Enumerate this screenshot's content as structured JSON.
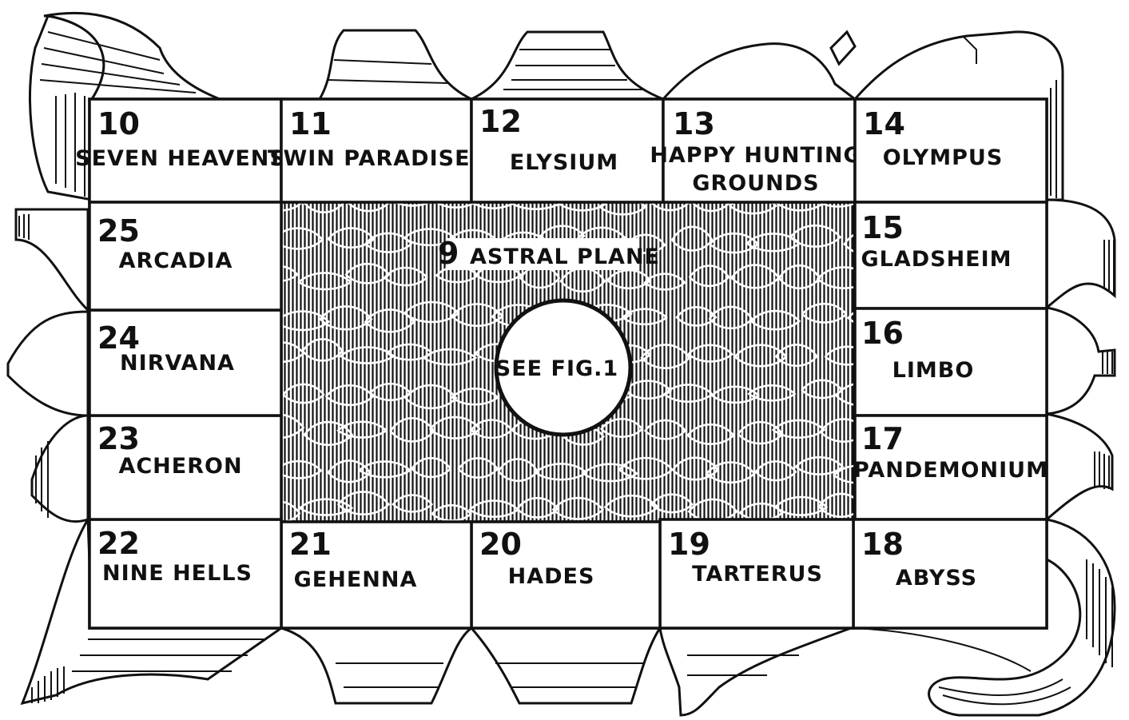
{
  "center": {
    "number": "9",
    "label": "ASTRAL PLANE",
    "circle_text": "SEE FIG.1"
  },
  "planes": [
    {
      "number": "10",
      "name": "SEVEN HEAVENS"
    },
    {
      "number": "11",
      "name": "TWIN PARADISES"
    },
    {
      "number": "12",
      "name": "ELYSIUM"
    },
    {
      "number": "13",
      "name": "HAPPY HUNTING GROUNDS",
      "name_lines": [
        "HAPPY HUNTING",
        "GROUNDS"
      ]
    },
    {
      "number": "14",
      "name": "OLYMPUS"
    },
    {
      "number": "15",
      "name": "GLADSHEIM"
    },
    {
      "number": "16",
      "name": "LIMBO"
    },
    {
      "number": "17",
      "name": "PANDEMONIUM"
    },
    {
      "number": "18",
      "name": "ABYSS"
    },
    {
      "number": "19",
      "name": "TARTERUS"
    },
    {
      "number": "20",
      "name": "HADES"
    },
    {
      "number": "21",
      "name": "GEHENNA"
    },
    {
      "number": "22",
      "name": "NINE HELLS"
    },
    {
      "number": "23",
      "name": "ACHERON"
    },
    {
      "number": "24",
      "name": "NIRVANA"
    },
    {
      "number": "25",
      "name": "ARCADIA"
    }
  ],
  "colors": {
    "ink": "#111111",
    "paper": "#ffffff"
  }
}
